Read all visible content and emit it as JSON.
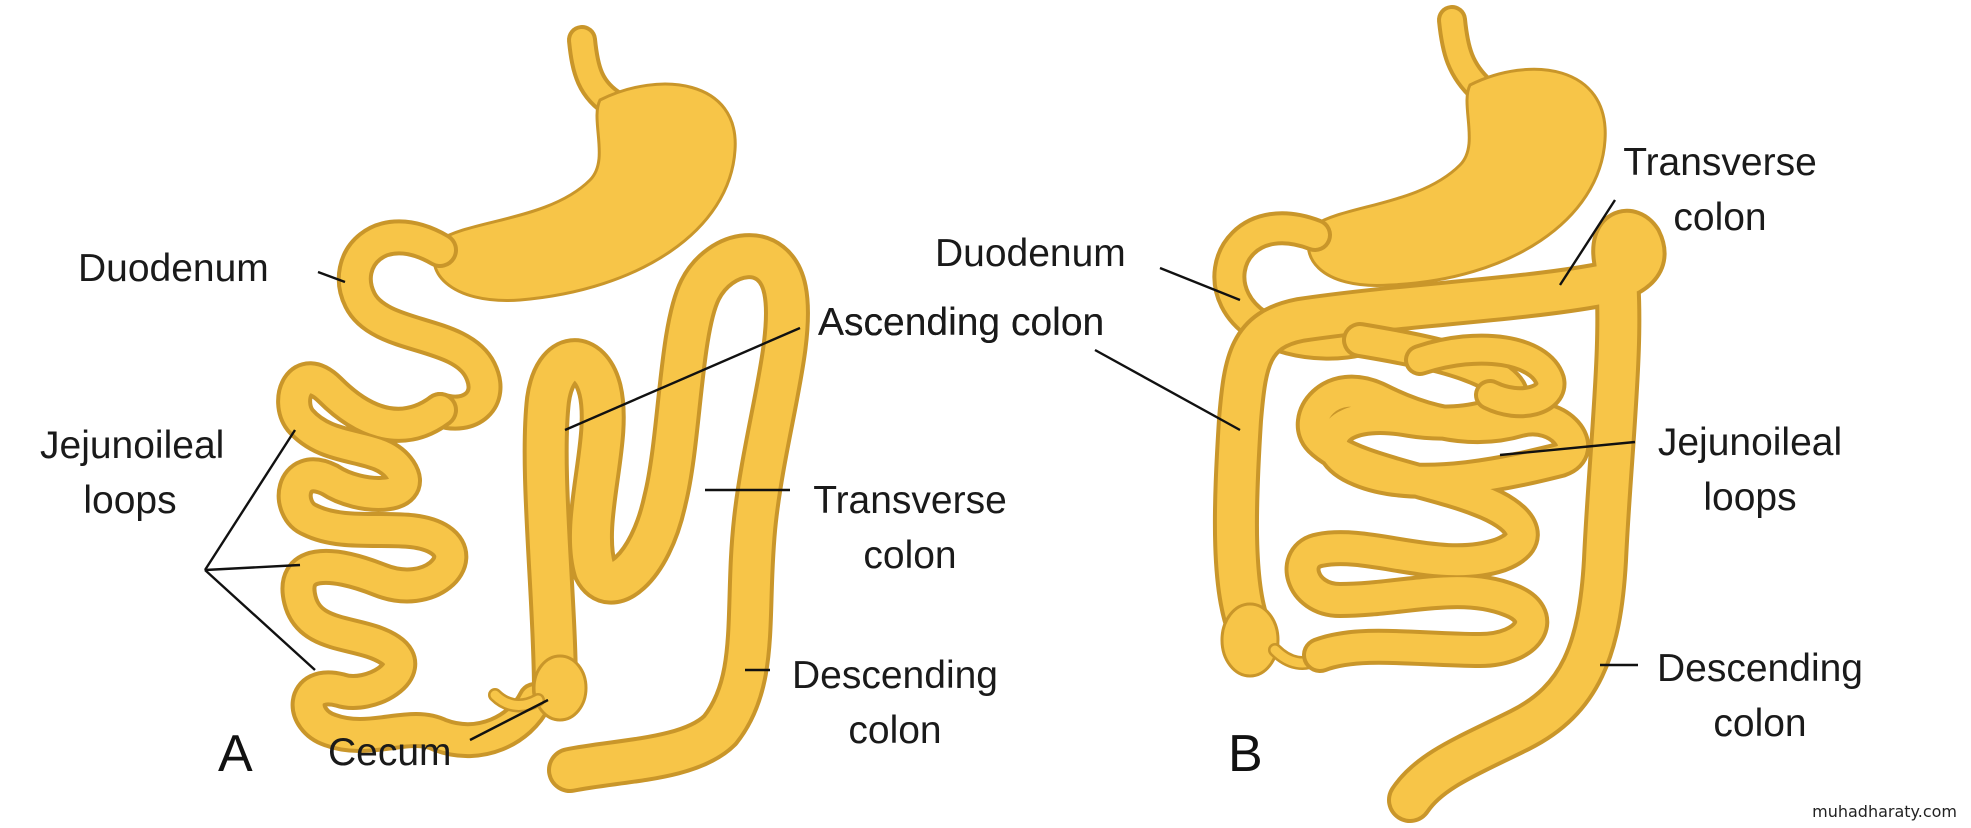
{
  "panel_a": {
    "letter": "A",
    "labels": {
      "duodenum": "Duodenum",
      "ascending_colon": "Ascending colon",
      "jejunoileal_l1": "Jejunoileal",
      "jejunoileal_l2": "loops",
      "transverse_l1": "Transverse",
      "transverse_l2": "colon",
      "descending_l1": "Descending",
      "descending_l2": "colon",
      "cecum": "Cecum"
    }
  },
  "panel_b": {
    "letter": "B",
    "labels": {
      "duodenum": "Duodenum",
      "ascending_colon": "Ascending colon",
      "transverse_l1": "Transverse",
      "transverse_l2": "colon",
      "jejunoileal_l1": "Jejunoileal",
      "jejunoileal_l2": "loops",
      "descending_l1": "Descending",
      "descending_l2": "colon"
    }
  },
  "watermark": "muhadharaty.com",
  "colors": {
    "organ_fill": "#f7c548",
    "organ_edge": "#c9962a",
    "ink": "#111111"
  }
}
